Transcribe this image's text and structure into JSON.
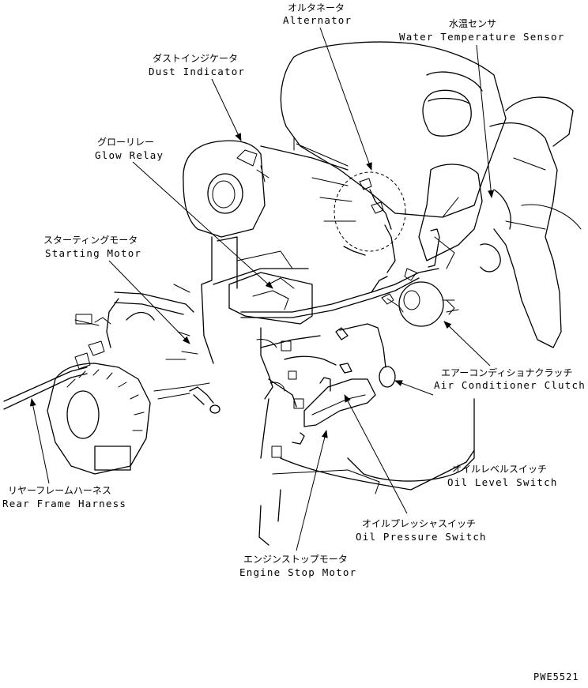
{
  "labels": {
    "alternator": {
      "jp": "オルタネータ",
      "en": "Alternator"
    },
    "water_temp": {
      "jp": "水温センサ",
      "en": "Water Temperature Sensor"
    },
    "dust": {
      "jp": "ダストインジケータ",
      "en": "Dust Indicator"
    },
    "glow": {
      "jp": "グローリレー",
      "en": "Glow Relay"
    },
    "starting": {
      "jp": "スターティングモータ",
      "en": "Starting Motor"
    },
    "aircon": {
      "jp": "エアーコンディショナクラッチ",
      "en": "Air Conditioner Clutch"
    },
    "oil_level": {
      "jp": "オイルレベルスイッチ",
      "en": "Oil Level Switch"
    },
    "oil_pressure": {
      "jp": "オイルプレッシャスイッチ",
      "en": "Oil Pressure Switch"
    },
    "rear_frame": {
      "jp": "リヤーフレームハーネス",
      "en": "Rear Frame Harness"
    },
    "stop_motor": {
      "jp": "エンジンストップモータ",
      "en": "Engine Stop Motor"
    }
  },
  "drawing_code": "PWE5521",
  "icons": {
    "arrowhead": "arrowhead-icon"
  }
}
